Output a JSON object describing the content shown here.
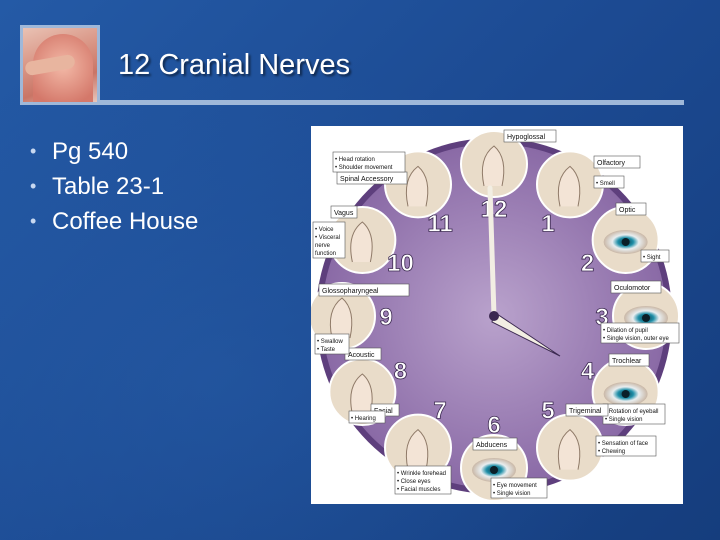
{
  "slide": {
    "title": "12 Cranial Nerves",
    "bullets": [
      "Pg 540",
      "Table 23-1",
      "Coffee House"
    ]
  },
  "clock_figure": {
    "center_label": "",
    "nerves": [
      {
        "number": "12",
        "name": "Hypoglossal",
        "notes": []
      },
      {
        "number": "1",
        "name": "Olfactory",
        "notes": [
          "• Smell"
        ]
      },
      {
        "number": "2",
        "name": "Optic",
        "notes": [
          "• Sight"
        ]
      },
      {
        "number": "3",
        "name": "Oculomotor",
        "notes": [
          "• Dilation of pupil",
          "• Single vision, outer eye"
        ]
      },
      {
        "number": "4",
        "name": "Trochlear",
        "notes": [
          "• Rotation of eyeball",
          "• Single vision"
        ]
      },
      {
        "number": "5",
        "name": "Trigeminal",
        "notes": [
          "• Sensation of face",
          "• Chewing"
        ]
      },
      {
        "number": "6",
        "name": "Abducens",
        "notes": [
          "• Eye movement",
          "• Single vision"
        ]
      },
      {
        "number": "7",
        "name": "Facial",
        "notes": [
          "• Wrinkle forehead",
          "• Close eyes",
          "• Facial muscles"
        ]
      },
      {
        "number": "8",
        "name": "Acoustic",
        "notes": [
          "• Hearing"
        ]
      },
      {
        "number": "9",
        "name": "Glossopharyngeal",
        "notes": [
          "• Swallow",
          "• Taste"
        ]
      },
      {
        "number": "10",
        "name": "Vagus",
        "notes": [
          "• Voice",
          "• Visceral",
          "nerve",
          "function"
        ]
      },
      {
        "number": "11",
        "name": "Spinal Accessory",
        "notes": [
          "• Head rotation",
          "• Shoulder movement"
        ]
      }
    ],
    "colors": {
      "clock_face": "#8a6aa6",
      "clock_center": "#b9a2cc",
      "ring": "#5e3f7d",
      "hands": "#f2eee3",
      "label_box": "#ffffff"
    }
  },
  "colors": {
    "background": "#1d4b94",
    "accent_rule": "#9fb8d9",
    "text": "#ffffff"
  }
}
